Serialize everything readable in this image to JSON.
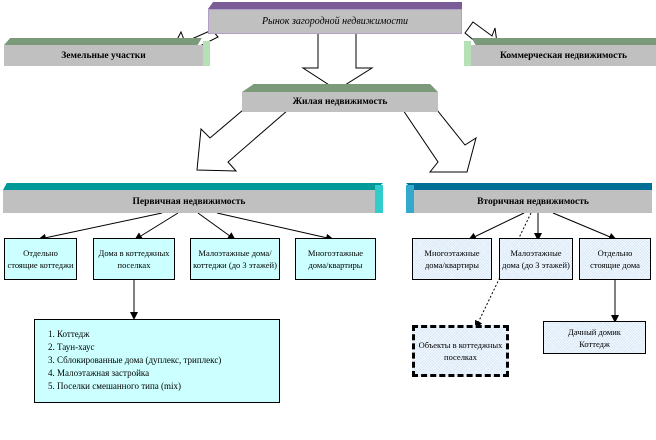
{
  "root": {
    "label": "Рынок загородной недвижимости"
  },
  "level1": {
    "land": "Земельные участки",
    "commercial": "Коммерческая недвижимость",
    "residential": "Жилая недвижимость"
  },
  "primary": {
    "label": "Первичная недвижимость",
    "children": [
      "Отдельно стоящие коттеджи",
      "Дома в коттеджных поселках",
      "Малоэтажные дома/коттеджи (до 3 этажей)",
      "Многоэтажные дома/квартиры"
    ],
    "list": [
      "Коттедж",
      "Таун-хаус",
      "Сблокированные дома (дуплекс, триплекс)",
      "Малоэтажная застройка",
      "Поселки смешанного типа (mix)"
    ]
  },
  "secondary": {
    "label": "Вторичная недвижимость",
    "children": [
      "Многоэтажные дома/квартиры",
      "Малоэтажные дома (до 3 этажей)",
      "Отдельно стоящие дома"
    ],
    "cottage_objects": "Объекты в коттеджных поселках",
    "dacha": [
      "Дачный домик",
      "Коттедж"
    ]
  },
  "colors": {
    "root_top": "#7b5c96",
    "green_top": "#7a9a7a",
    "green_side": "#b6e0b6",
    "primary_top": "#009999",
    "primary_side": "#33cccc",
    "secondary_top": "#006e96",
    "secondary_side": "#33aacc",
    "face": "#c0c0c0"
  }
}
